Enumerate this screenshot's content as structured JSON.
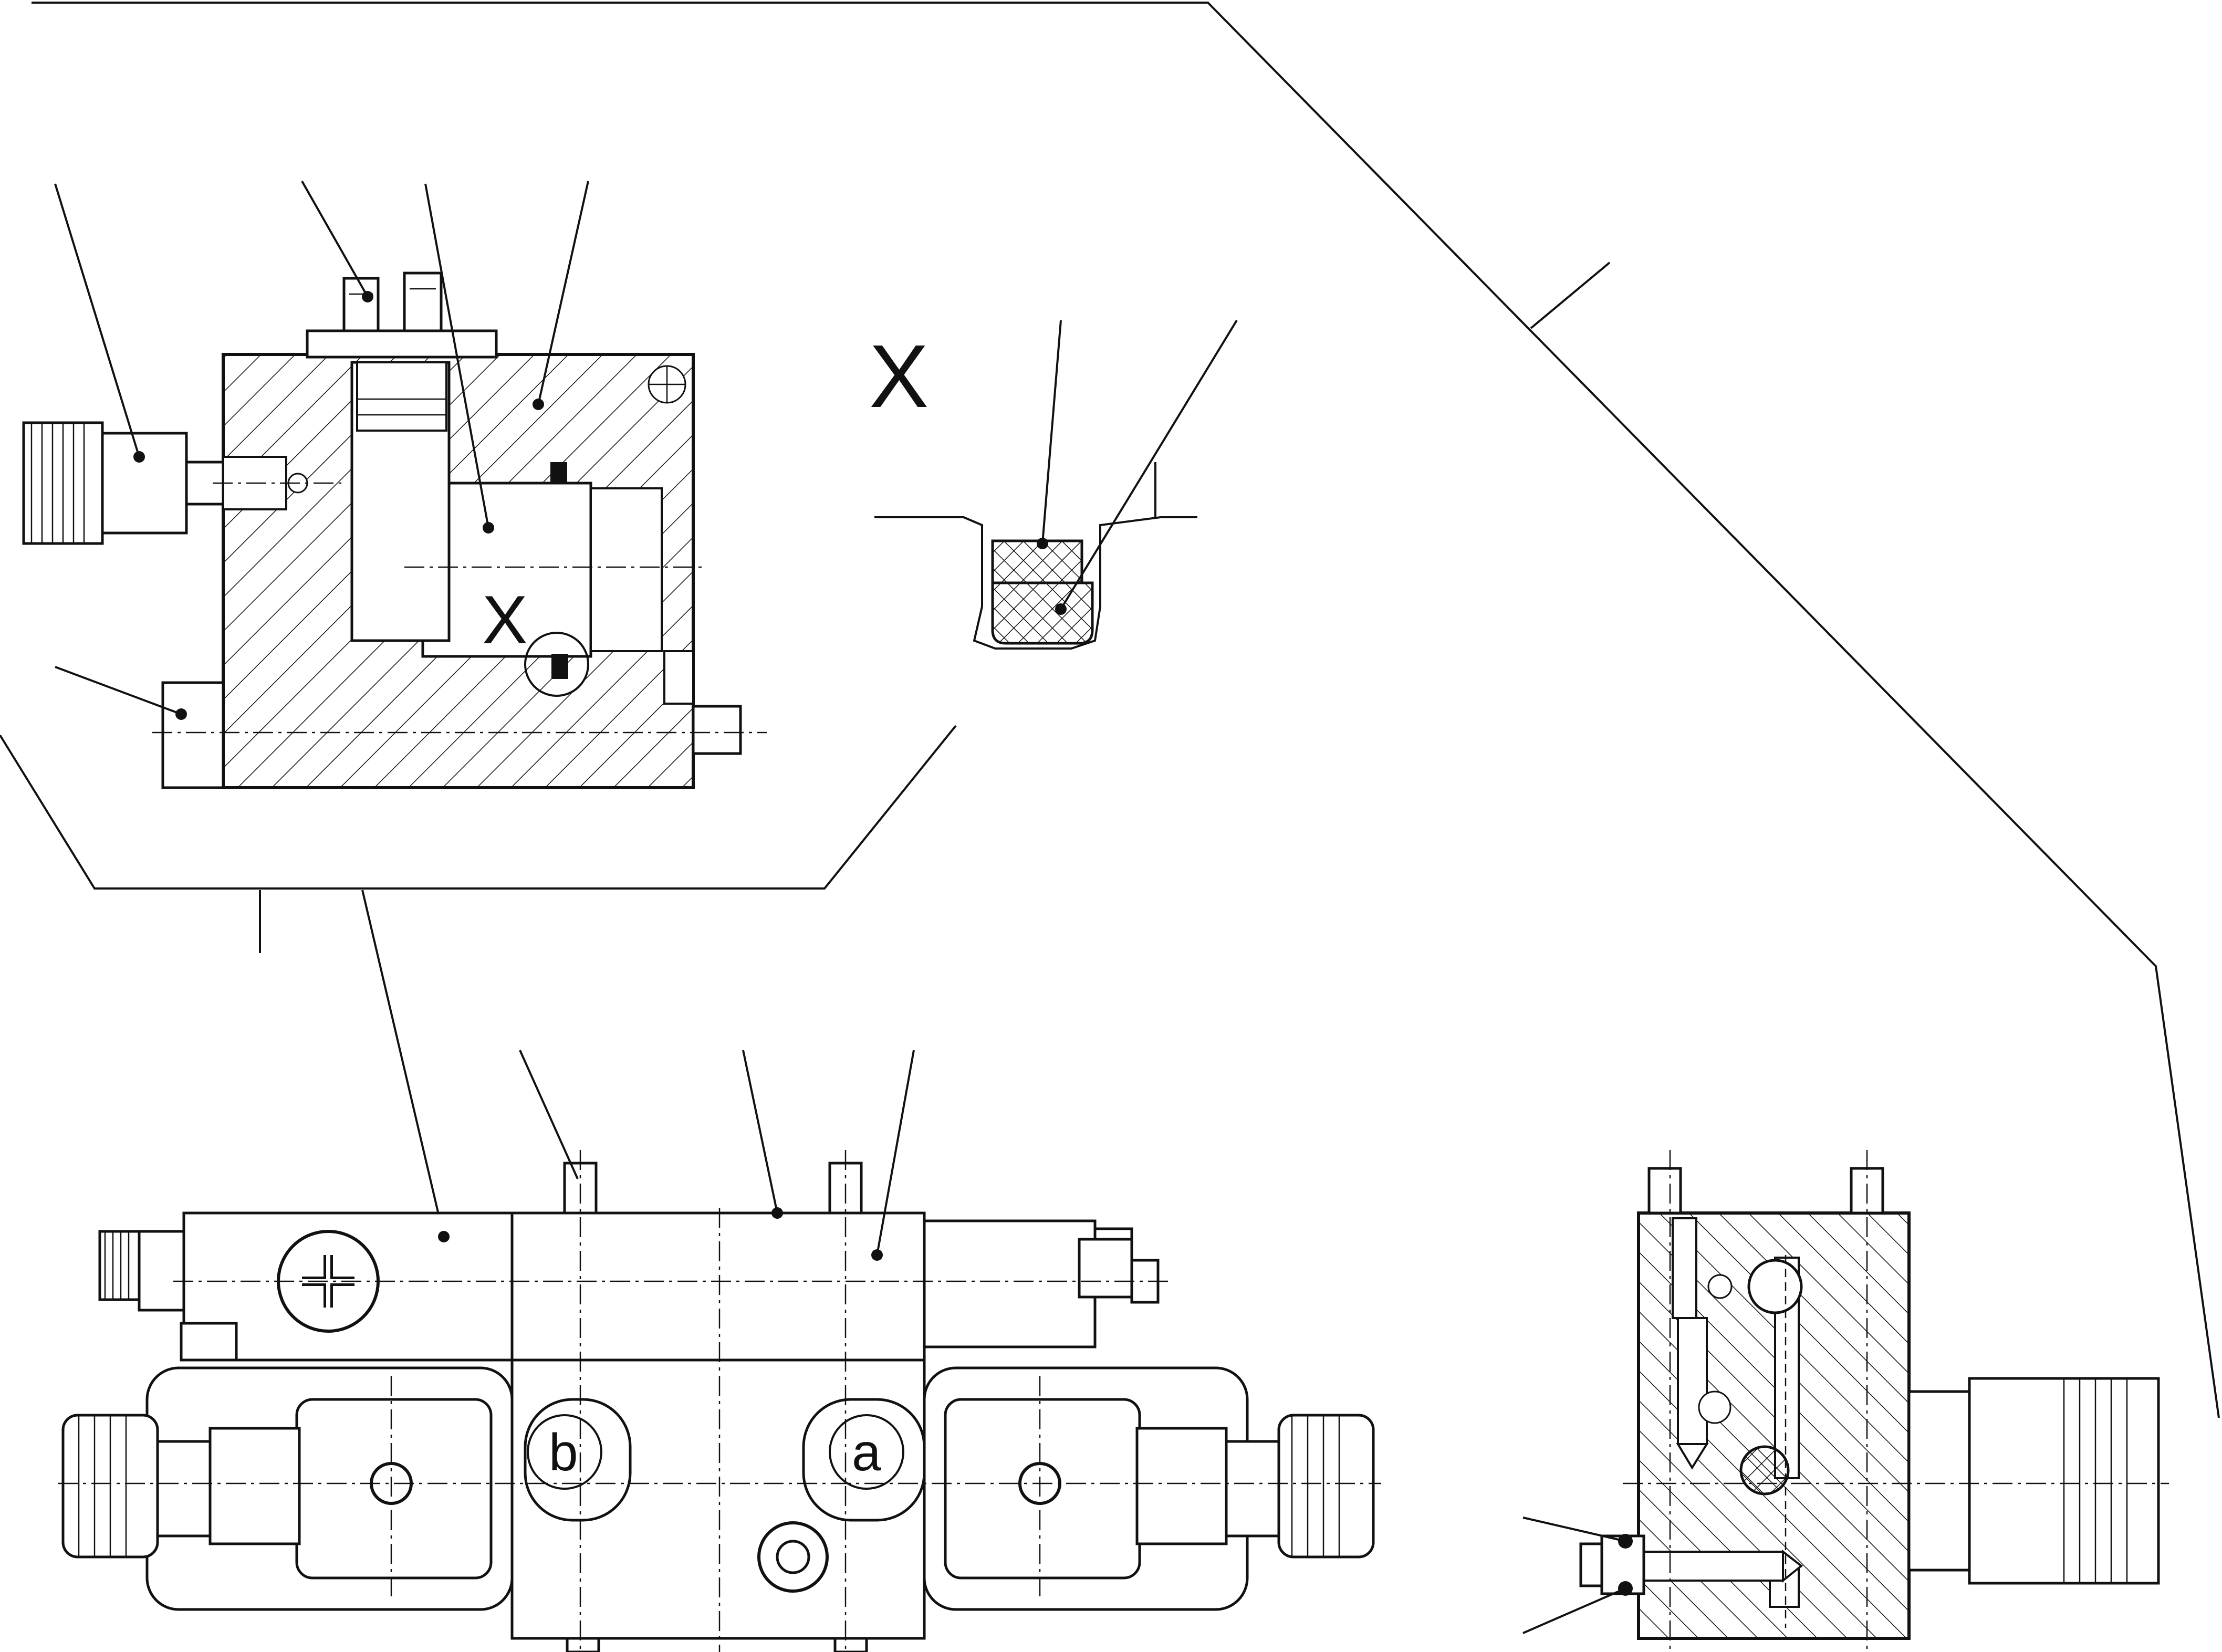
{
  "figure": {
    "type": "hydraulic valve assembly drawing",
    "background": "#ffffff",
    "line_color": "#111111"
  },
  "labels": {
    "section_marker": "X",
    "detail_marker": "X",
    "port_a": "a",
    "port_b": "b"
  },
  "icons": {
    "hatching": "diagonal-hatch",
    "seal_fill": "crosshatch"
  }
}
